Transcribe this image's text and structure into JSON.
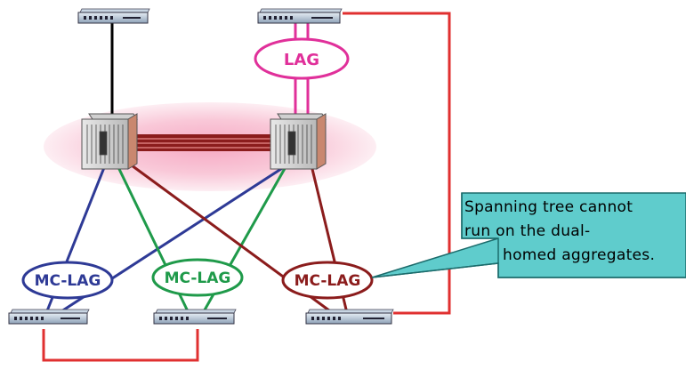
{
  "labels": {
    "lag": "LAG",
    "mclag_left": "MC-LAG",
    "mclag_middle": "MC-LAG",
    "mclag_right": "MC-LAG"
  },
  "callout": {
    "line1": "Spanning tree cannot",
    "line2": "run on the dual-",
    "line3": "homed aggregates."
  },
  "colors": {
    "lag": "#e0309a",
    "mclag_left": "#2e3a96",
    "mclag_middle": "#1f9a4a",
    "mclag_right": "#8b1c1c",
    "redundant_link": "#e03030",
    "access_link": "#000000",
    "ellipse_fill": "#f4b8cc",
    "callout_fill": "#5fcccc"
  },
  "icons": {
    "core_switch": "chassis-switch-icon",
    "access_switch": "rack-switch-icon"
  }
}
